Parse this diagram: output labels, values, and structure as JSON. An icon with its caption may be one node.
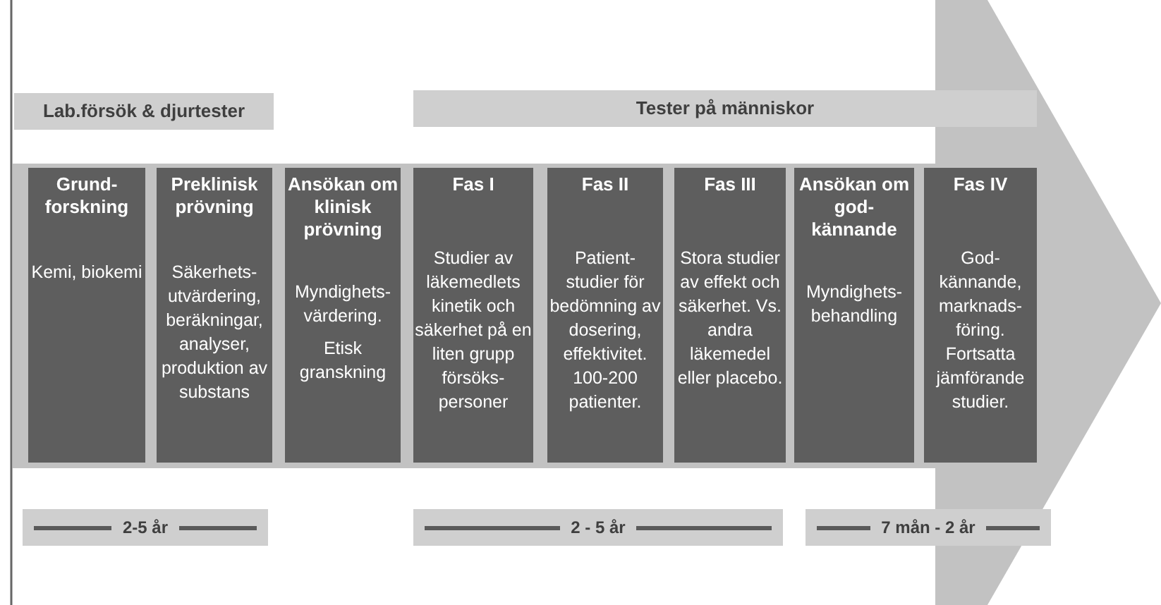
{
  "diagram": {
    "nodes": [
      {
        "text": [
          "Lab.försök & djurtester"
        ]
      },
      {
        "text": [
          "Tester på människor"
        ]
      },
      {
        "text": [
          "Grund- forskning",
          "Kemi, biokemi"
        ]
      },
      {
        "text": [
          "Preklinisk prövning",
          "Säkerhets- utvärdering, beräkningar, analyser, produktion av substans"
        ]
      },
      {
        "text": [
          "Ansökan om klinisk prövning",
          "Myndighets- värdering.",
          "Etisk granskning"
        ]
      },
      {
        "text": [
          "Fas I",
          "Studier av läkemedlets kinetik och säkerhet på en liten grupp försöks- personer"
        ]
      },
      {
        "text": [
          "Fas II",
          "Patient- studier för bedömning av dosering, effektivitet. 100-200 patienter."
        ]
      },
      {
        "text": [
          "Fas III",
          "Stora studier av effekt och säkerhet. Vs. andra läkemedel eller placebo."
        ]
      },
      {
        "text": [
          "Ansökan om god- kännande",
          "Myndighets- behandling"
        ]
      },
      {
        "text": [
          "Fas IV",
          "God- kännande, marknads- föring. Fortsatta jämförande studier."
        ]
      },
      {
        "text": [
          "2-5 år"
        ]
      },
      {
        "text": [
          "2 - 5 år"
        ]
      },
      {
        "text": [
          "7 mån - 2 år"
        ]
      }
    ]
  }
}
